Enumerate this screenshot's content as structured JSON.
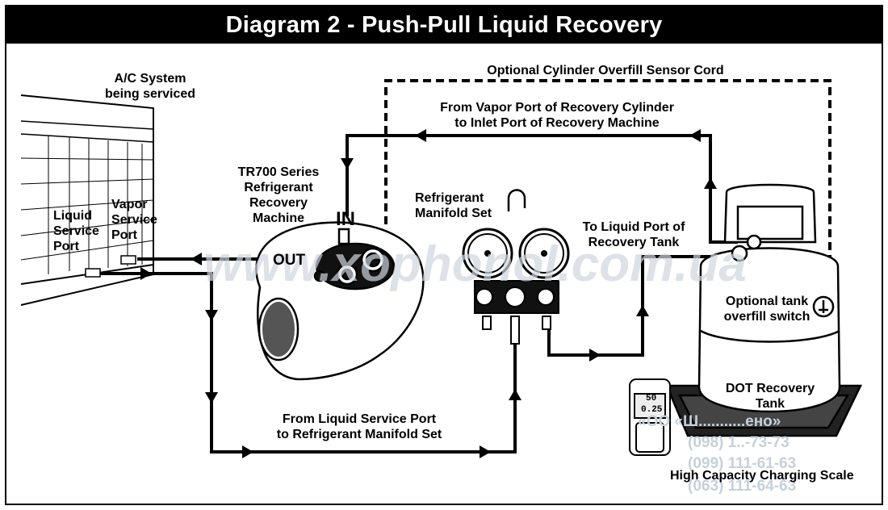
{
  "title": "Diagram 2 - Push-Pull Liquid Recovery",
  "labels": {
    "ac_system": "A/C System",
    "ac_system_2": "being serviced",
    "liquid_port_1": "Liquid",
    "liquid_port_2": "Service",
    "liquid_port_3": "Port",
    "vapor_port_1": "Vapor",
    "vapor_port_2": "Service",
    "vapor_port_3": "Port",
    "machine_1": "TR700 Series",
    "machine_2": "Refrigerant",
    "machine_3": "Recovery",
    "machine_4": "Machine",
    "in": "IN",
    "out": "OUT",
    "manifold_1": "Refrigerant",
    "manifold_2": "Manifold Set",
    "overfill_cord": "Optional Cylinder Overfill Sensor Cord",
    "from_vapor_1": "From Vapor Port of Recovery Cylinder",
    "from_vapor_2": "to Inlet Port of Recovery Machine",
    "to_liquid_1": "To Liquid Port of",
    "to_liquid_2": "Recovery Tank",
    "overfill_switch_1": "Optional tank",
    "overfill_switch_2": "overfill switch",
    "from_liquid_1": "From Liquid Service Port",
    "from_liquid_2": "to Refrigerant Manifold Set",
    "tank_1": "DOT Recovery",
    "tank_2": "Tank",
    "scale": "High Capacity Charging Scale",
    "scale_display_1": "50",
    "scale_display_2": "0.25"
  },
  "watermark": {
    "site": "www.xophonol.com.ua",
    "company": "«OO «Ш...........ено»",
    "phone_1": "(098) 1..-73-73",
    "phone_2": "(099) 111-61-63",
    "phone_3": "(063) 111-64-63"
  }
}
